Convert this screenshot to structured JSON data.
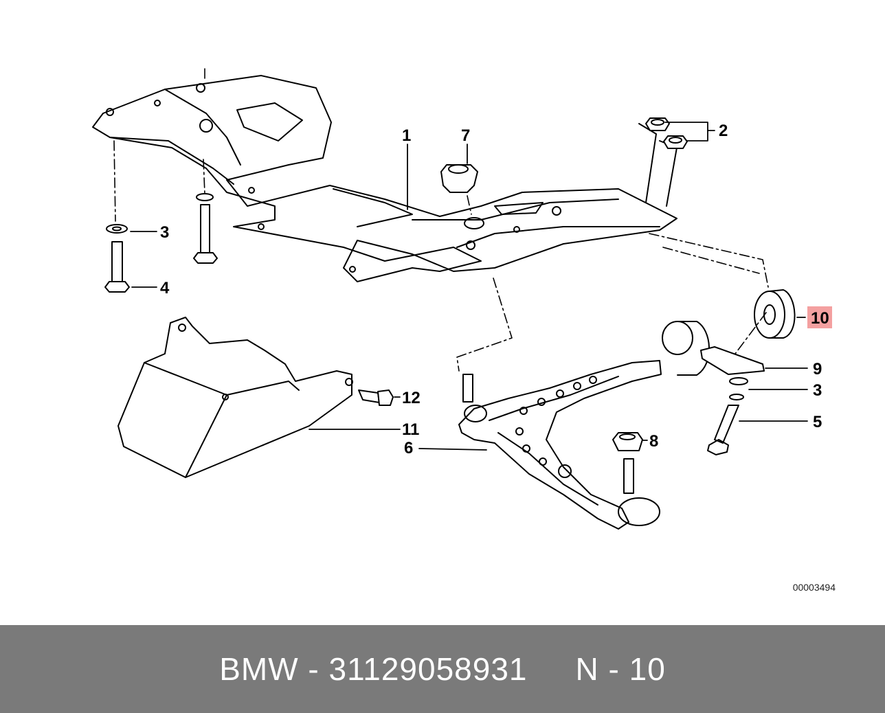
{
  "diagram": {
    "callouts": [
      "1",
      "2",
      "3",
      "4",
      "7",
      "10",
      "9",
      "3",
      "5",
      "8",
      "6",
      "11",
      "12"
    ],
    "highlight_color": "#f4a0a0",
    "ref_code": "00003494"
  },
  "footer": {
    "part_text": "BMW - 31129058931",
    "position_text": "N - 10",
    "background_color": "#7a7a7a"
  }
}
